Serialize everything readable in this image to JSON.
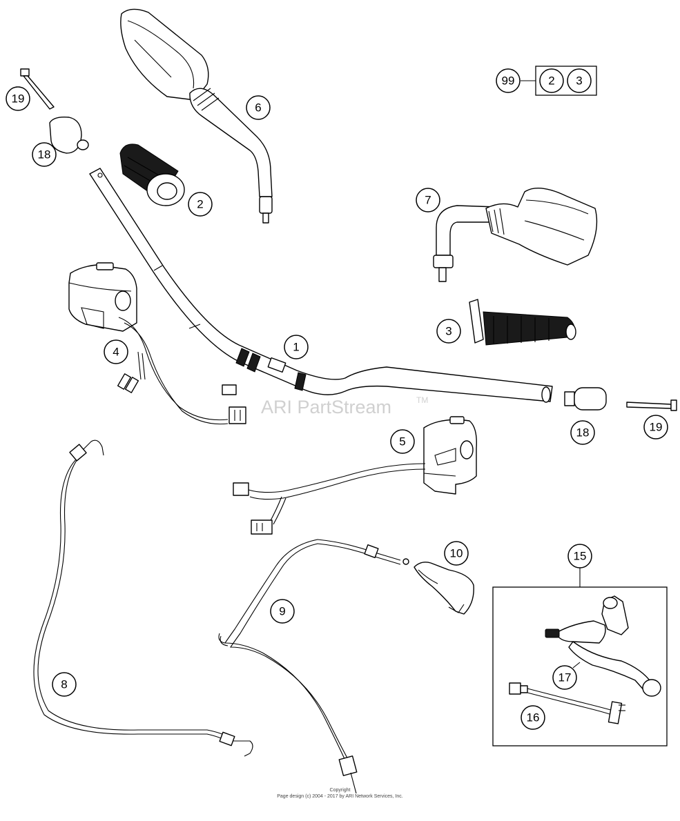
{
  "watermark": {
    "brand": "ARI PartStream",
    "trademark": "TM"
  },
  "footer": {
    "line1": "Copyright",
    "line2": "Page design (c) 2004 - 2017 by ARI Network Services, Inc."
  },
  "callouts": {
    "c1": "1",
    "c2": "2",
    "c3": "3",
    "c4": "4",
    "c5": "5",
    "c6": "6",
    "c7": "7",
    "c8": "8",
    "c9": "9",
    "c10": "10",
    "c15": "15",
    "c16": "16",
    "c17": "17",
    "c18a": "18",
    "c18b": "18",
    "c19a": "19",
    "c19b": "19"
  },
  "kit": {
    "number": "99",
    "contents": [
      "2",
      "3"
    ]
  }
}
